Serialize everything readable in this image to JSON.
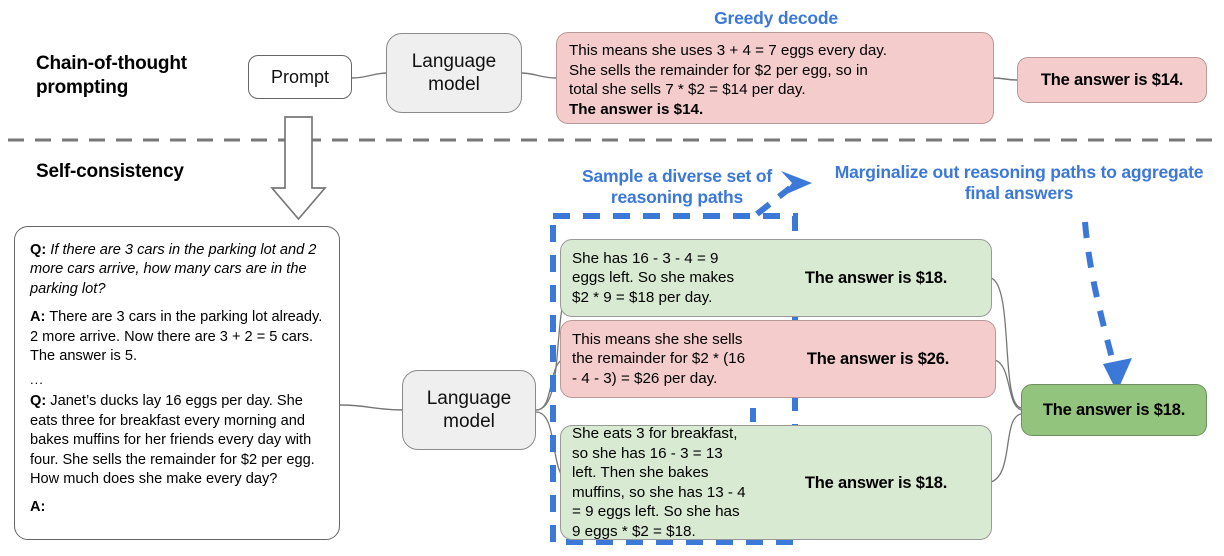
{
  "sections": {
    "cot": {
      "title": "Chain-of-thought prompting",
      "caption": "Greedy decode",
      "prompt_label": "Prompt",
      "model_label": "Language model",
      "output_text_line1": "This means she uses 3 + 4 = 7 eggs every day.",
      "output_text_line2": "She sells the remainder for $2 per egg, so in",
      "output_text_line3": "total she sells 7 * $2 = $14 per day.",
      "output_text_bold": "The answer is $14.",
      "final_answer": "The answer is $14."
    },
    "self_consistency": {
      "title": "Self-consistency",
      "caption_sample": "Sample a diverse set of reasoning paths",
      "caption_marginalize": "Marginalize out reasoning paths to aggregate final answers",
      "model_label": "Language model",
      "final_answer": "The answer is $18.",
      "prompt_card": {
        "q1_label": "Q:",
        "q1_text": "If there are 3 cars in the parking lot and 2 more cars arrive, how many cars are in the parking lot?",
        "a1_label": "A:",
        "a1_text": "There are 3 cars in the parking lot already. 2 more arrive. Now there are 3 + 2 = 5 cars. The answer is 5.",
        "ellipsis": "...",
        "q2_label": "Q:",
        "q2_text": "Janet’s ducks lay 16 eggs per day. She eats three for breakfast every morning and bakes muffins for her friends every day with four. She sells the remainder for $2 per egg. How much does she make every day?",
        "a2_label": "A:"
      },
      "paths": [
        {
          "id": "path-1",
          "color": "green",
          "reasoning": "She has 16 - 3 - 4 = 9 eggs left. So she makes $2 * 9 = $18 per day.",
          "answer": "The answer is $18."
        },
        {
          "id": "path-2",
          "color": "pink",
          "reasoning": "This means she she sells the remainder for $2 * (16 - 4 - 3) = $26 per day.",
          "answer": "The answer is $26."
        },
        {
          "id": "path-3",
          "color": "green",
          "reasoning": "She eats 3 for breakfast, so she has 16 - 3 = 13 left. Then she bakes muffins, so she has 13 - 4 = 9 eggs left. So she has 9 eggs * $2 = $18.",
          "answer": "The answer is $18."
        }
      ]
    }
  },
  "colors": {
    "accent_blue": "#3c78d8",
    "pink_fill": "#f4cccc",
    "green_fill": "#d9ead3",
    "dark_green_fill": "#93c47d",
    "node_gray": "#efefef",
    "divider_gray": "#777777"
  }
}
